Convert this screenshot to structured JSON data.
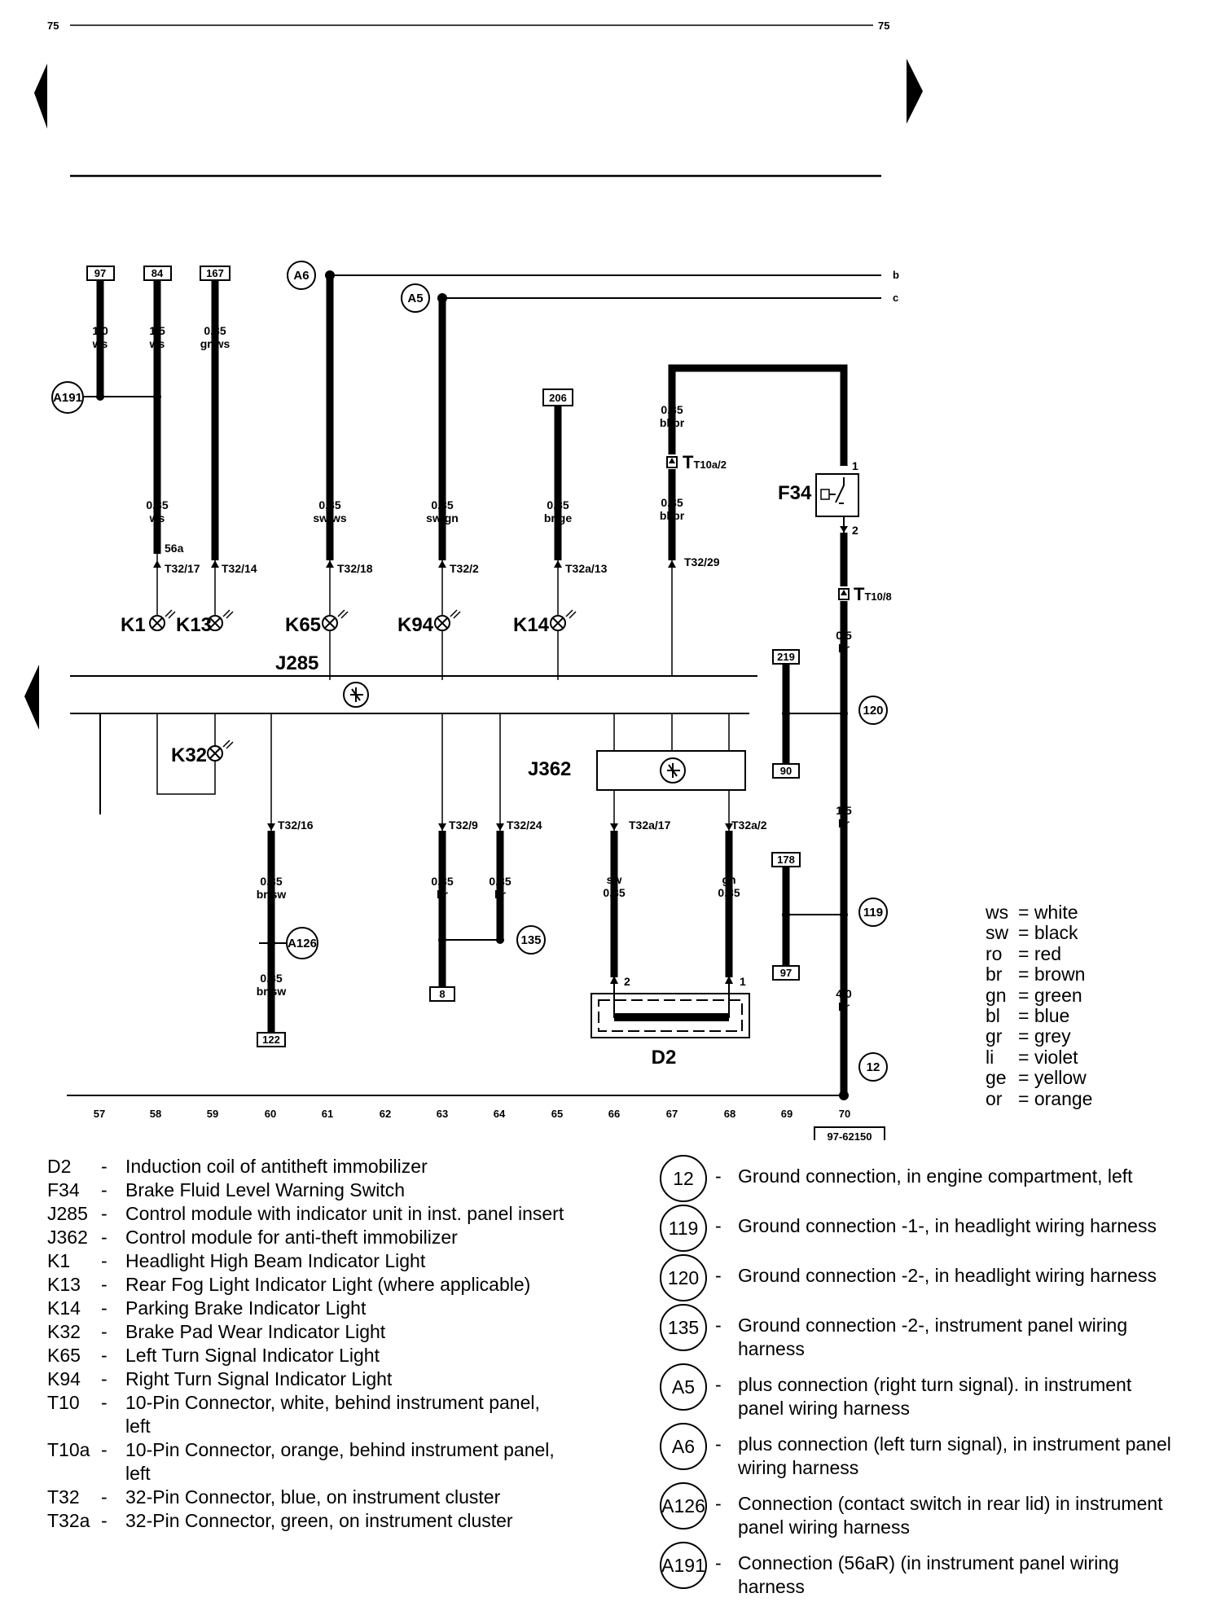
{
  "page": {
    "number_left": "75",
    "number_right": "75",
    "drawing_number": "97-62150"
  },
  "component_labels": {
    "j285": "J285",
    "j362": "J362",
    "k1": "K1",
    "k13": "K13",
    "k65": "K65",
    "k94": "K94",
    "k14": "K14",
    "k32": "K32",
    "f34": "F34",
    "d2": "D2",
    "t10a2": "T10a/2",
    "t108": "T10/8"
  },
  "fuse_boxes": [
    "97",
    "84",
    "167",
    "206",
    "219",
    "90",
    "178",
    "97",
    "122",
    "8"
  ],
  "circle_connections": [
    "A6",
    "A5",
    "A191",
    "A126",
    "135",
    "120",
    "119",
    "12"
  ],
  "bus_labels": [
    "b",
    "c"
  ],
  "wires": [
    {
      "size": "1,0",
      "color": "ws"
    },
    {
      "size": "1,5",
      "color": "ws"
    },
    {
      "size": "0,35",
      "color": "gr/ws"
    },
    {
      "size": "0,35",
      "color": "ws"
    },
    {
      "size": "0,35",
      "color": "sw/ws"
    },
    {
      "size": "0,35",
      "color": "sw/gn"
    },
    {
      "size": "0,35",
      "color": "br/ge"
    },
    {
      "size": "0,35",
      "color": "bl/br"
    },
    {
      "size": "0,35",
      "color": "bl/br"
    },
    {
      "size": "0,5",
      "color": "br"
    },
    {
      "size": "1,5",
      "color": "br"
    },
    {
      "size": "4,0",
      "color": "br"
    },
    {
      "size": "0,35",
      "color": "br/sw"
    },
    {
      "size": "0,35",
      "color": "br/sw"
    },
    {
      "size": "0,35",
      "color": "br"
    },
    {
      "size": "0,35",
      "color": "br"
    },
    {
      "size": "0,35",
      "color": "sw"
    },
    {
      "size": "0,35",
      "color": "gn"
    }
  ],
  "connector_pins": [
    "T32/17",
    "T32/14",
    "T32/18",
    "T32/2",
    "T32a/13",
    "T32/29",
    "T32/16",
    "T32/9",
    "T32/24",
    "T32a/17",
    "T32a/2",
    "56a",
    "1",
    "2",
    "2",
    "1"
  ],
  "track_numbers": [
    "57",
    "58",
    "59",
    "60",
    "61",
    "62",
    "63",
    "64",
    "65",
    "66",
    "67",
    "68",
    "69",
    "70"
  ],
  "color_key": [
    {
      "abbr": "ws",
      "name": "= white"
    },
    {
      "abbr": "sw",
      "name": "= black"
    },
    {
      "abbr": "ro",
      "name": "= red"
    },
    {
      "abbr": "br",
      "name": "= brown"
    },
    {
      "abbr": "gn",
      "name": "= green"
    },
    {
      "abbr": "bl",
      "name": "= blue"
    },
    {
      "abbr": "gr",
      "name": "= grey"
    },
    {
      "abbr": "li",
      "name": "= violet"
    },
    {
      "abbr": "ge",
      "name": "= yellow"
    },
    {
      "abbr": "or",
      "name": "= orange"
    }
  ],
  "legend": [
    {
      "code": "D2",
      "desc": "Induction coil of antitheft immobilizer"
    },
    {
      "code": "F34",
      "desc": "Brake Fluid Level Warning Switch"
    },
    {
      "code": "J285",
      "desc": "Control module with indicator unit in inst. panel insert"
    },
    {
      "code": "J362",
      "desc": "Control module for anti-theft immobilizer"
    },
    {
      "code": "K1",
      "desc": "Headlight High Beam Indicator Light"
    },
    {
      "code": "K13",
      "desc": "Rear Fog Light Indicator Light (where applicable)"
    },
    {
      "code": "K14",
      "desc": "Parking Brake Indicator Light"
    },
    {
      "code": "K32",
      "desc": "Brake Pad Wear Indicator Light"
    },
    {
      "code": "K65",
      "desc": "Left Turn Signal Indicator Light"
    },
    {
      "code": "K94",
      "desc": "Right Turn Signal Indicator Light"
    },
    {
      "code": "T10",
      "desc": "10-Pin Connector, white, behind instrument panel, left"
    },
    {
      "code": "T10a",
      "desc": "10-Pin Connector, orange, behind instrument panel, left"
    },
    {
      "code": "T32",
      "desc": "32-Pin Connector, blue, on instrument cluster"
    },
    {
      "code": "T32a",
      "desc": "32-Pin Connector, green, on instrument cluster"
    }
  ],
  "grounds": [
    {
      "code": "12",
      "desc": "Ground connection, in engine compartment, left"
    },
    {
      "code": "119",
      "desc": "Ground connection -1-, in headlight wiring harness"
    },
    {
      "code": "120",
      "desc": "Ground connection -2-, in headlight wiring harness"
    },
    {
      "code": "135",
      "desc": "Ground connection -2-, instrument panel wiring harness"
    },
    {
      "code": "A5",
      "desc": "plus connection (right turn signal). in instrument panel wiring harness"
    },
    {
      "code": "A6",
      "desc": "plus connection (left turn signal), in instrument panel wiring harness"
    },
    {
      "code": "A126",
      "desc": "Connection (contact switch in rear lid) in instrument panel wiring harness"
    },
    {
      "code": "A191",
      "desc": "Connection (56aR) (in instrument panel wiring harness"
    }
  ],
  "legend_dash": "-"
}
